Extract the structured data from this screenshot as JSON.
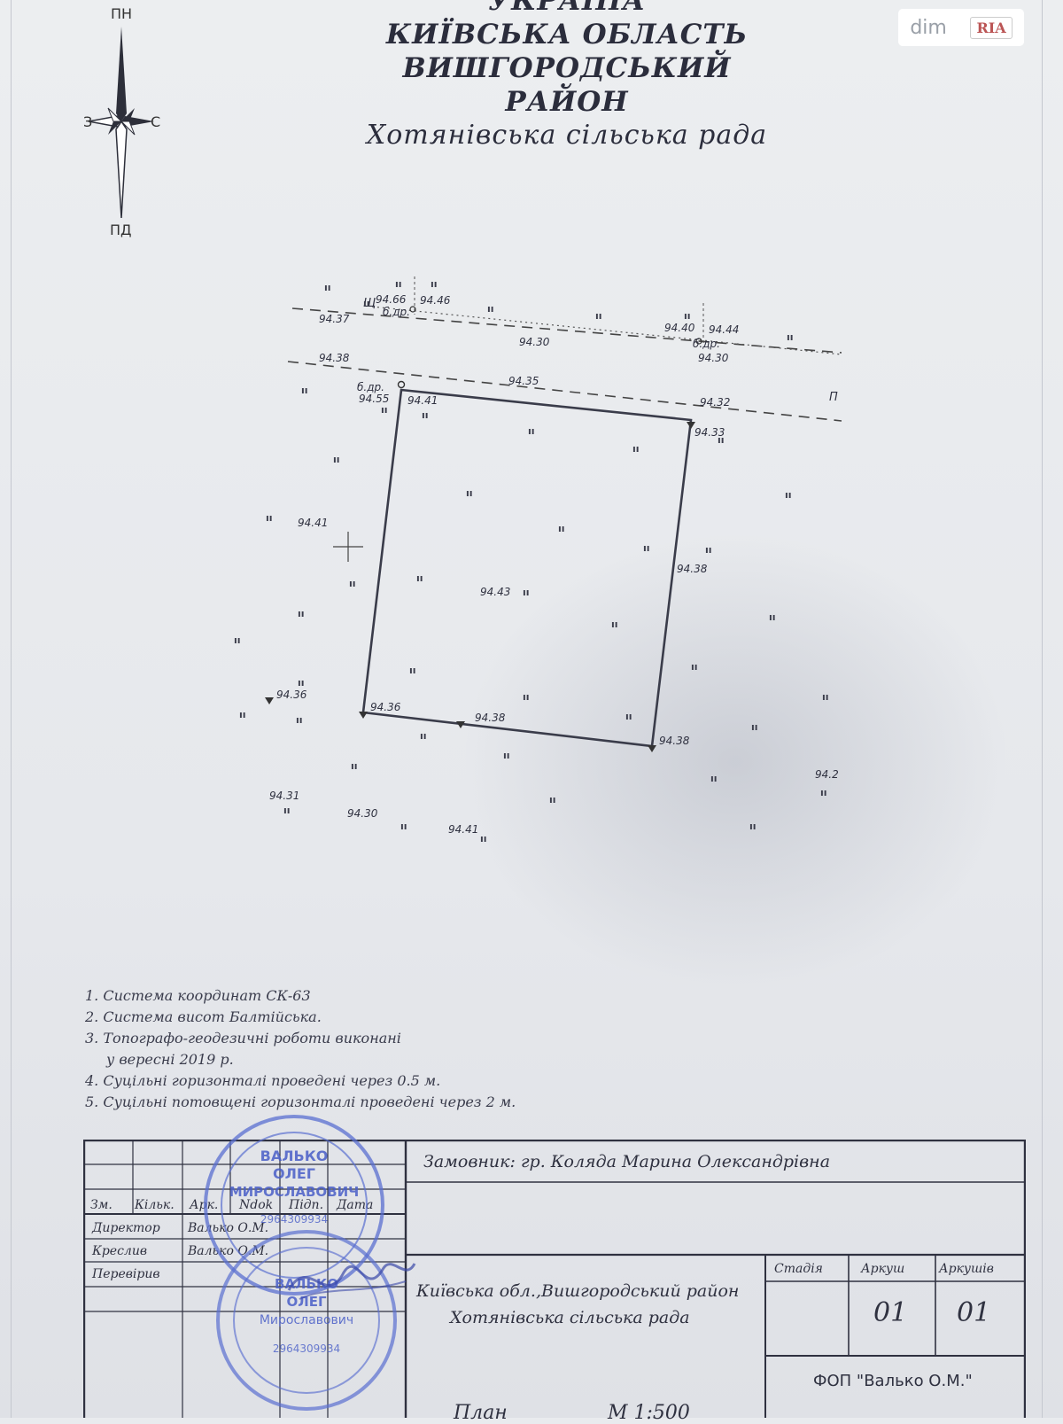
{
  "header": {
    "country": "УКРАЇНА",
    "region": "КИЇВСЬКА ОБЛАСТЬ",
    "district": "ВИШГОРОДСЬКИЙ РАЙОН",
    "council": "Хотянівська сільська рада"
  },
  "compass": {
    "north": "ПН",
    "south": "ПД",
    "west": "З",
    "east": "С"
  },
  "logo": {
    "left": "dim",
    "right": "RIA"
  },
  "plan": {
    "markers": {
      "upper_road": "Щ",
      "right_road": "П",
      "tree_label": "б.др."
    },
    "elevations": [
      "94.66",
      "94.46",
      "94.37",
      "94.40",
      "94.44",
      "94.30",
      "94.30",
      "94.38",
      "94.35",
      "94.55",
      "94.41",
      "94.32",
      "94.33",
      "94.41",
      "94.38",
      "94.43",
      "94.36",
      "94.36",
      "94.38",
      "94.38",
      "94.31",
      "94.30",
      "94.41",
      "94.2"
    ]
  },
  "notes": [
    "1. Система координат СК-63",
    "2. Система висот Балтійська.",
    "3. Топографо-геодезичні роботи виконані",
    "у вересні 2019 р.",
    "4. Суцільні горизонталі проведені через 0.5 м.",
    "5. Суцільні потовщені горизонталі проведені через 2 м."
  ],
  "title_block": {
    "columns": [
      "Зм.",
      "Кільк.",
      "Арк.",
      "Ndok",
      "Підп.",
      "Дата"
    ],
    "roles": [
      {
        "role": "Директор",
        "name": "Валько О.М."
      },
      {
        "role": "Креслив",
        "name": "Валько О.М."
      },
      {
        "role": "Перевірив",
        "name": ""
      }
    ],
    "customer": "Замовник: гр. Коляда Марина Олександрівна",
    "location_line1": "Київська обл.,Вишгородський район",
    "location_line2": "Хотянівська сільська рада",
    "stage_label": "Стадія",
    "sheet_label": "Аркуш",
    "sheets_label": "Аркушів",
    "sheet_value": "01",
    "sheets_value": "01",
    "plan_label": "План",
    "scale": "М 1:500",
    "company": "ФОП \"Валько О.М.\""
  },
  "stamps": {
    "stamp1_line1": "ВАЛЬКО",
    "stamp1_line2": "ОЛЕГ",
    "stamp1_line3": "МИРОСЛАВОВИЧ",
    "stamp1_code": "2964309934",
    "stamp2_line1": "ВАЛЬКО",
    "stamp2_line2": "ОЛЕГ",
    "stamp2_line3": "Мирославович",
    "stamp2_code": "2964309934"
  }
}
